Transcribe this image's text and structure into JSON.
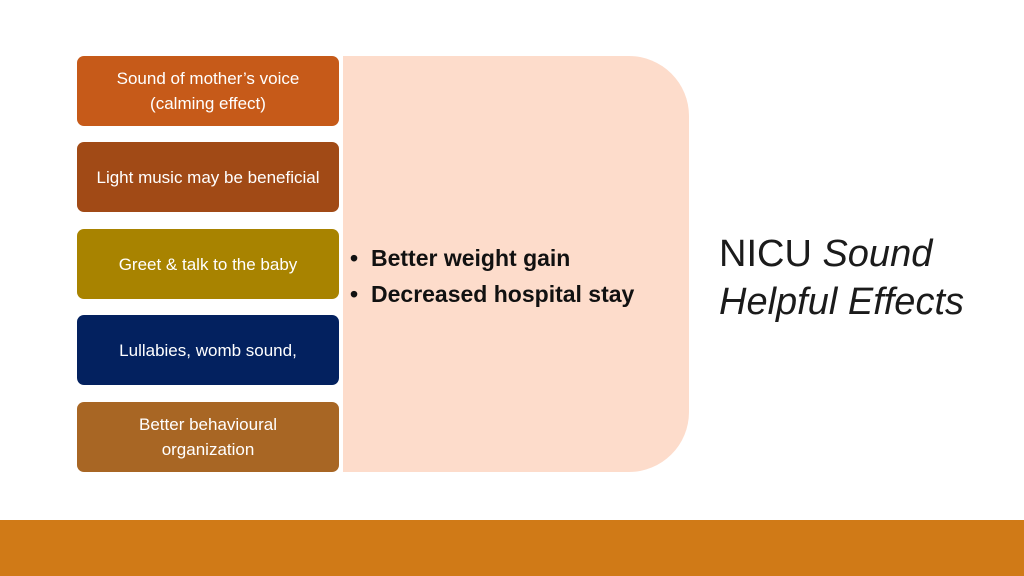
{
  "boxes": [
    {
      "text": "Sound of mother’s voice (calming effect)",
      "color": "#c65a19"
    },
    {
      "text": "Light music may be beneficial",
      "color": "#a14a16"
    },
    {
      "text": "Greet & talk to the baby",
      "color": "#a88300"
    },
    {
      "text": "Lullabies, womb sound,",
      "color": "#03215f"
    },
    {
      "text": "Better behavioural organization",
      "color": "#a86624"
    }
  ],
  "bullets": [
    "Better weight gain",
    "Decreased hospital stay"
  ],
  "title": {
    "word1": "NICU",
    "word2": "Sound",
    "line2": "Helpful Effects"
  },
  "colors": {
    "panel": "#fddccb",
    "footer_bar": "#d07a17"
  }
}
